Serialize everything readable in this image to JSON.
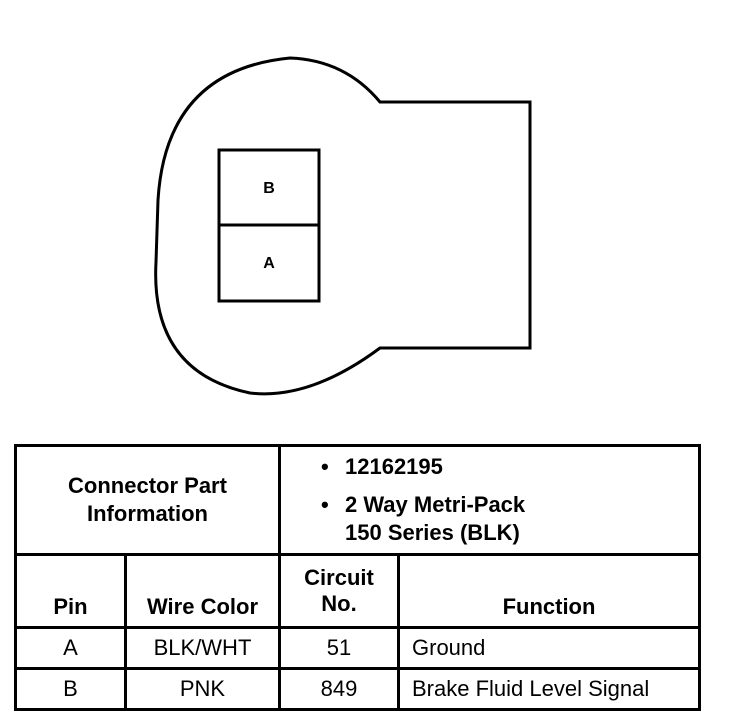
{
  "connector": {
    "cavities": [
      {
        "label": "B"
      },
      {
        "label": "A"
      }
    ]
  },
  "table": {
    "part_info_label": "Connector Part Information",
    "part_info_items": [
      "12162195",
      "2 Way Metri-Pack 150 Series (BLK)"
    ],
    "headers": {
      "pin": "Pin",
      "wire_color": "Wire Color",
      "circuit_line1": "Circuit",
      "circuit_line2": "No.",
      "function": "Function"
    },
    "rows": [
      {
        "pin": "A",
        "wire_color": "BLK/WHT",
        "circuit": "51",
        "function": "Ground"
      },
      {
        "pin": "B",
        "wire_color": "PNK",
        "circuit": "849",
        "function": "Brake Fluid Level Signal"
      }
    ]
  }
}
